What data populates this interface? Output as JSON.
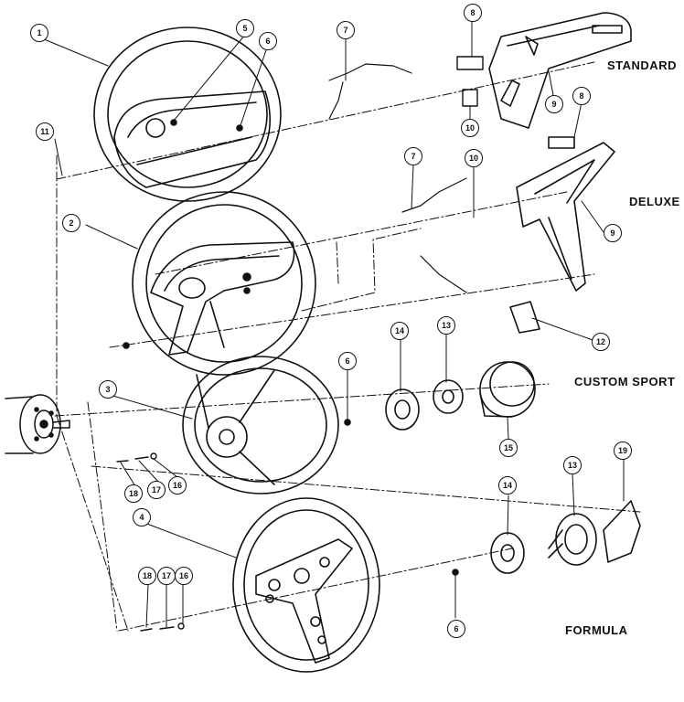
{
  "labels": {
    "standard": "STANDARD",
    "deluxe": "DELUXE",
    "custom_sport": "CUSTOM SPORT",
    "formula": "FORMULA"
  },
  "callouts": {
    "c1": "1",
    "c2": "2",
    "c3": "3",
    "c4": "4",
    "c5": "5",
    "c6a": "6",
    "c6b": "6",
    "c6c": "6",
    "c7a": "7",
    "c7b": "7",
    "c8a": "8",
    "c8b": "8",
    "c9a": "9",
    "c9b": "9",
    "c10a": "10",
    "c10b": "10",
    "c11": "11",
    "c12": "12",
    "c13a": "13",
    "c13b": "13",
    "c14a": "14",
    "c14b": "14",
    "c15": "15",
    "c16a": "16",
    "c16b": "16",
    "c17a": "17",
    "c17b": "17",
    "c18a": "18",
    "c18b": "18",
    "c19": "19"
  }
}
